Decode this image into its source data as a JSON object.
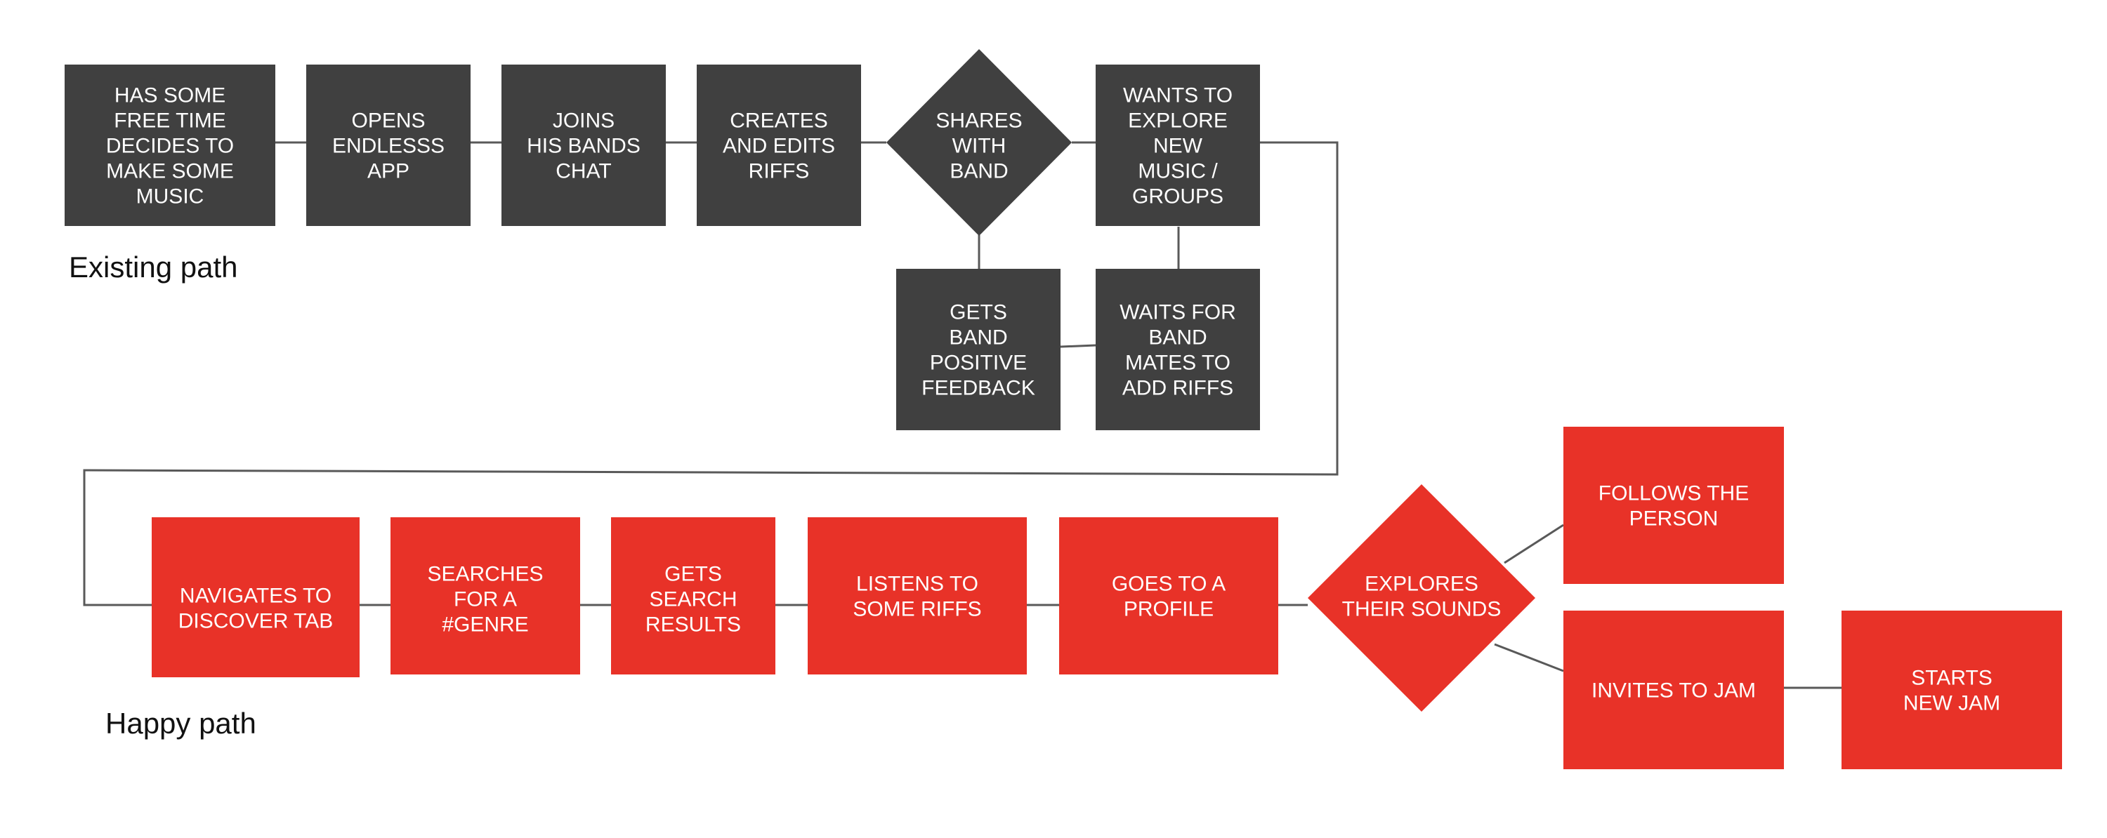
{
  "colors": {
    "existing_fill": "#404040",
    "happy_fill": "#E83228",
    "connector": "#595959",
    "node_text": "#FFFFFF",
    "label_text": "#111111"
  },
  "labels": {
    "existing_path": "Existing path",
    "happy_path": "Happy path"
  },
  "nodes": {
    "has_time": {
      "lines": [
        "HAS SOME",
        "FREE TIME",
        "DECIDES TO",
        "MAKE SOME",
        "MUSIC"
      ]
    },
    "opens_app": {
      "lines": [
        "OPENS",
        "ENDLESSS",
        "APP"
      ]
    },
    "joins_chat": {
      "lines": [
        "JOINS",
        "HIS BANDS",
        "CHAT"
      ]
    },
    "creates_riffs": {
      "lines": [
        "CREATES",
        "AND EDITS",
        "RIFFS"
      ]
    },
    "shares_band": {
      "lines": [
        "SHARES",
        "WITH",
        "BAND"
      ]
    },
    "wants_explore": {
      "lines": [
        "WANTS TO",
        "EXPLORE",
        "NEW",
        "MUSIC /",
        "GROUPS"
      ]
    },
    "gets_feedback": {
      "lines": [
        "GETS",
        "BAND",
        "POSITIVE",
        "FEEDBACK"
      ]
    },
    "waits_mates": {
      "lines": [
        "WAITS FOR",
        "BAND",
        "MATES TO",
        "ADD RIFFS"
      ]
    },
    "navigates_discover": {
      "lines": [
        "NAVIGATES TO",
        "DISCOVER TAB"
      ]
    },
    "searches_genre": {
      "lines": [
        "SEARCHES",
        "FOR A",
        "#GENRE"
      ]
    },
    "gets_results": {
      "lines": [
        "GETS",
        "SEARCH",
        "RESULTS"
      ]
    },
    "listens_riffs": {
      "lines": [
        "LISTENS TO",
        "SOME RIFFS"
      ]
    },
    "goes_profile": {
      "lines": [
        "GOES TO A",
        "PROFILE"
      ]
    },
    "explores_sounds": {
      "lines": [
        "EXPLORES",
        "THEIR SOUNDS"
      ]
    },
    "follows_person": {
      "lines": [
        "FOLLOWS THE",
        "PERSON"
      ]
    },
    "invites_jam": {
      "lines": [
        "INVITES TO JAM"
      ]
    },
    "starts_jam": {
      "lines": [
        "STARTS",
        "NEW JAM"
      ]
    }
  }
}
